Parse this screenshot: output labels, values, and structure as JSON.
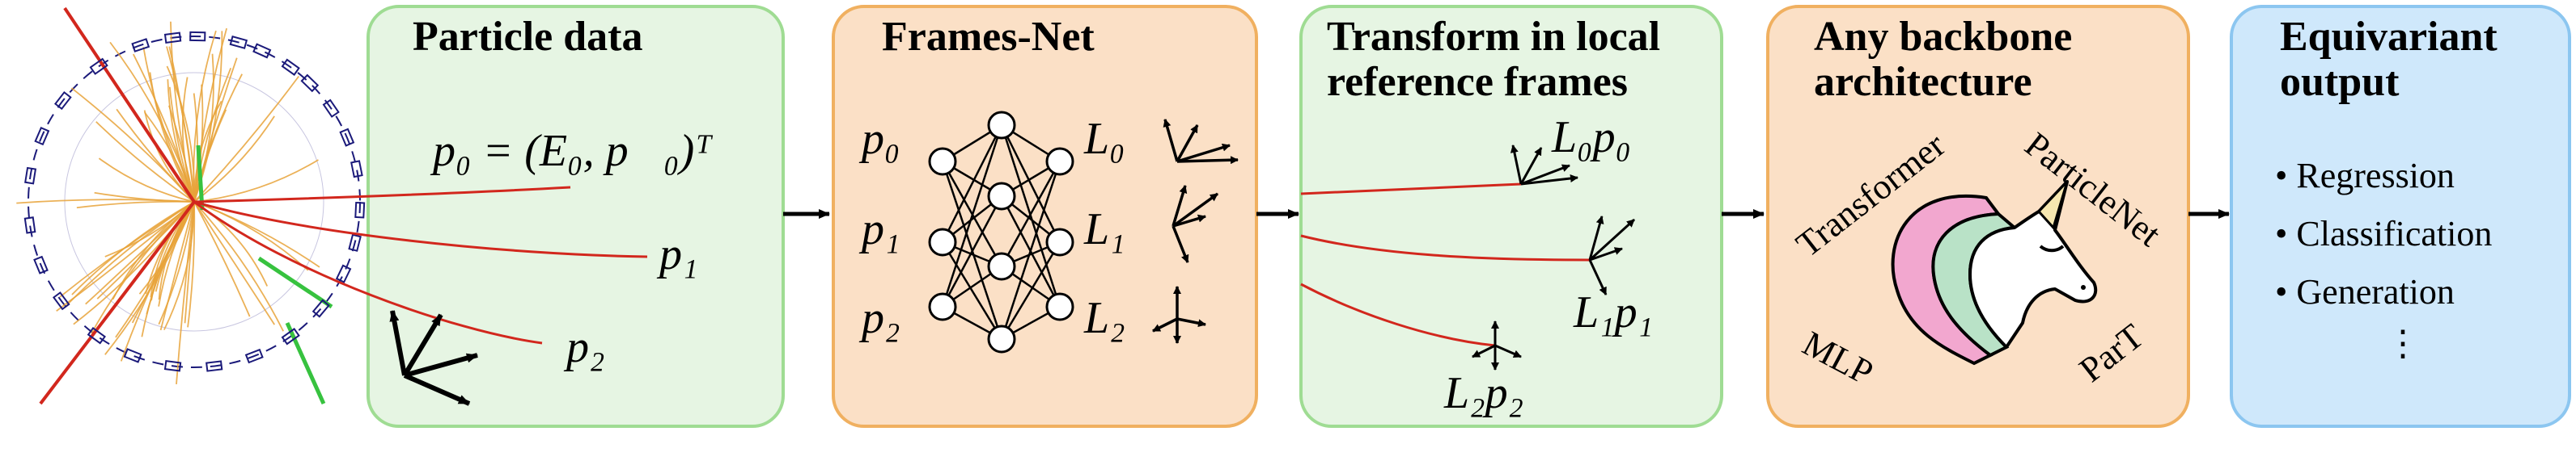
{
  "panels": [
    {
      "title_lines": [
        "Particle data"
      ],
      "fill": "#e6f5e3",
      "stroke": "#9fdc93"
    },
    {
      "title_lines": [
        "Frames-Net"
      ],
      "fill": "#fbe0c6",
      "stroke": "#f0b060"
    },
    {
      "title_lines": [
        "Transform in local",
        "reference frames"
      ],
      "fill": "#e6f5e3",
      "stroke": "#9fdc93"
    },
    {
      "title_lines": [
        "Any backbone",
        "architecture"
      ],
      "fill": "#fbe0c6",
      "stroke": "#f0b060"
    },
    {
      "title_lines": [
        "Equivariant",
        "output"
      ],
      "fill": "#cfe8fb",
      "stroke": "#8cc6f0"
    }
  ],
  "particle_data": {
    "p0_eq": "p₀ = (E₀, p⃗₀)ᵀ",
    "p1": "p₁",
    "p2": "p₂"
  },
  "frames_net": {
    "inputs": [
      "p₀",
      "p₁",
      "p₂"
    ],
    "outputs": [
      "L₀",
      "L₁",
      "L₂"
    ]
  },
  "transform": {
    "labels": [
      "L₀p₀",
      "L₁p₁",
      "L₂p₂"
    ]
  },
  "backbone": {
    "models": [
      "Transformer",
      "ParticleNet",
      "MLP",
      "ParT"
    ]
  },
  "output": {
    "items": [
      "• Regression",
      "• Classification",
      "• Generation",
      "⋮"
    ]
  },
  "colors": {
    "track_orange": "#e8a33a",
    "track_red": "#d2271d",
    "track_green": "#37c23f",
    "detector_blue": "#1b1a7a",
    "unicorn_pink": "#f2a7cf",
    "unicorn_mint": "#b9e2c7",
    "unicorn_horn": "#f6e7b0"
  }
}
